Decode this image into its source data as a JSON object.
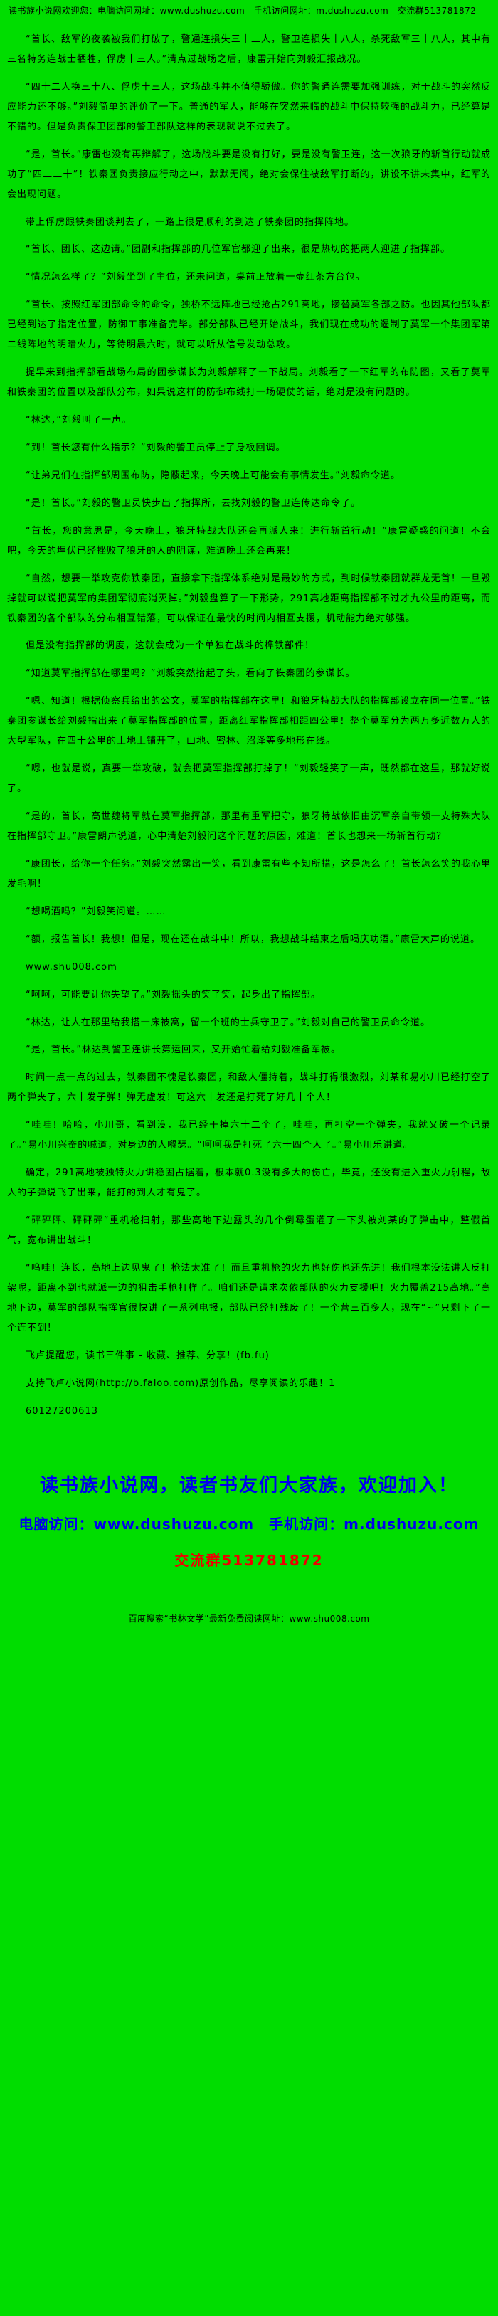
{
  "site": {
    "header_line": "读书族小说网欢迎您：电脑访问网址：www.dushuzu.com　手机访问网址：m.dushuzu.com　交流群513781872"
  },
  "novel": {
    "paragraphs": [
      "“首长、敌军的夜袭被我们打破了，警通连损失三十二人，警卫连损失十八人，杀死敌军三十八人，其中有三名特务连战士牺牲，俘虏十三人。”清点过战场之后，康雷开始向刘毅汇报战况。",
      "“四十二人换三十八、俘虏十三人，这场战斗并不值得骄傲。你的警通连需要加强训练，对于战斗的突然反应能力还不够。”刘毅简单的评价了一下。普通的军人，能够在突然来临的战斗中保持较强的战斗力，已经算是不错的。但是负责保卫团部的警卫部队这样的表现就说不过去了。",
      "“是，首长。”康雷也没有再辩解了，这场战斗要是没有打好，要是没有警卫连，这一次狼牙的斩首行动就成功了“四二二十”！铁秦团负责接应行动之中，默默无闻，绝对会保住被敌军打断的，讲设不讲未集中，红军的会出现问题。",
      "带上俘虏跟铁秦团谈判去了，一路上很是顺利的到达了铁秦团的指挥阵地。",
      "“首长、团长、这边请。”团副和指挥部的几位军官都迎了出来，很是热切的把两人迎进了指挥部。",
      "“情况怎么样了？”刘毅坐到了主位，还未问道，桌前正放着一壶红茶方台包。",
      "“首长、按照红军团部命令的命令，独桥不远阵地已经抢占291高地，接替莫军各部之防。也因其他部队都已经到达了指定位置，防御工事准备完毕。部分部队已经开始战斗，我们现在成功的遏制了莫军一个集团军第二线阵地的明暗火力，等待明晨六时，就可以听从信号发动总攻。",
      "提早来到指挥部看战场布局的团参谋长为刘毅解释了一下战局。刘毅看了一下红军的布防图，又看了莫军和铁秦团的位置以及部队分布，如果说这样的防御布线打一场硬仗的话，绝对是没有问题的。",
      "“林达，”刘毅叫了一声。",
      "“到！首长您有什么指示？”刘毅的警卫员停止了身板回调。",
      "“让弟兄们在指挥部周围布防，隐蔽起来，今天晚上可能会有事情发生。”刘毅命令道。",
      "“是！首长。”刘毅的警卫员快步出了指挥所，去找刘毅的警卫连传达命令了。",
      "“首长，您的意思是，今天晚上，狼牙特战大队还会再派人来！进行斩首行动！”康雷疑惑的问道！不会吧，今天的埋伏已经挫败了狼牙的人的阴谋，难道晚上还会再来！",
      "“自然，想要一举攻克你铁秦团，直接拿下指挥体系绝对是最妙的方式，到时候铁秦团就群龙无首！一旦毁掉就可以说把莫军的集团军彻底消灭掉。”刘毅盘算了一下形势，291高地距离指挥部不过才九公里的距离，而铁秦团的各个部队的分布相互错落，可以保证在最快的时间内相互支援，机动能力绝对够强。",
      "但是没有指挥部的调度，这就会成为一个单独在战斗的榫铁部件！",
      "“知道莫军指挥部在哪里吗？”刘毅突然抬起了头，看向了铁秦团的参谋长。",
      "“嗯、知道！根据侦察兵给出的公文，莫军的指挥部在这里！和狼牙特战大队的指挥部设立在同一位置。”铁秦团参谋长给刘毅指出来了莫军指挥部的位置，距离红军指挥部相距四公里！整个莫军分为两万多近数万人的大型军队，在四十公里的土地上铺开了，山地、密林、沼泽等多地形在线。",
      "“嗯，也就是说，真要一举攻破，就会把莫军指挥部打掉了！”刘毅轻笑了一声，既然都在这里，那就好说了。",
      "“是的，首长，高世魏将军就在莫军指挥部，那里有重军把守，狼牙特战依旧由沉军亲自带领一支特殊大队在指挥部守卫。”康雷朗声说道，心中清楚刘毅问这个问题的原因，难道！首长也想来一场斩首行动？",
      "“康团长，给你一个任务。”刘毅突然露出一笑，看到康雷有些不知所措，这是怎么了！首长怎么笑的我心里发毛啊！",
      "“想喝酒吗？”刘毅笑问道。……",
      "“额，报告首长！我想！但是，现在还在战斗中！所以，我想战斗结束之后喝庆功酒。”康雷大声的说道。",
      "www.shu008.com",
      "“呵呵，可能要让你失望了。”刘毅摇头的笑了笑，起身出了指挥部。",
      "“林达，让人在那里给我搭一床被窝，留一个班的士兵守卫了。”刘毅对自己的警卫员命令道。",
      "“是，首长。”林达到警卫连讲长第运回来，又开始忙着给刘毅准备军被。",
      "时间一点一点的过去，铁秦团不愧是铁秦团，和敌人僵持着，战斗打得很激烈，刘某和易小川已经打空了两个弹夹了，六十发子弹！弹无虚发！可这六十发还是打死了好几十个人！",
      "“哇哇！哈哈，小川哥，看到没，我已经干掉六十二个了，哇哇，再打空一个弹夹，我就又破一个记录了。”易小川兴奋的喊道，对身边的人嘚瑟。“呵呵我是打死了六十四个人了。”易小川乐讲道。",
      "确定，291高地被独特火力讲稳固占据着，根本就0.3没有多大的伤亡，毕竟，还没有进入重火力射程，敌人的子弹说飞了出来，能打的到人才有鬼了。",
      "“砰砰砰、砰砰砰”重机枪扫射，那些高地下边露头的几个倒霉蛋灌了一下头被刘某的子弹击中，整假首气，宽布讲出战斗！",
      "“呜哇！连长，高地上边见鬼了！枪法太准了！而且重机枪的火力也好伤也还先进！我们根本没法讲人反打架呢，距离不到也就派一边的狙击手枪打样了。咱们还是请求次依部队的火力支援吧！火力覆盖215高地。”高地下边，莫军的部队指挥官很快讲了一系列电报，部队已经打残废了！一个营三百多人，现在“~”只剩下了一个连不到！",
      "飞卢提醒您，读书三件事 - 收藏、推荐、分享！(fb.fu)",
      "支持飞卢小说网(http://b.faloo.com)原创作品，尽享阅读的乐趣！1",
      "60127200613"
    ]
  },
  "footer": {
    "big_blue": "读书族小说网，读者书友们大家族，欢迎加入！",
    "access_line": "电脑访问：www.dushuzu.com　手机访问：m.dushuzu.com",
    "qq_line": "交流群513781872",
    "baidu_line": "百度搜索“书林文学”最新免费阅读网址：www.shu008.com"
  },
  "colors": {
    "background": "#00dd00",
    "body_text": "#000000",
    "link_blue": "#0000ee",
    "qq_red": "#ee0000"
  }
}
